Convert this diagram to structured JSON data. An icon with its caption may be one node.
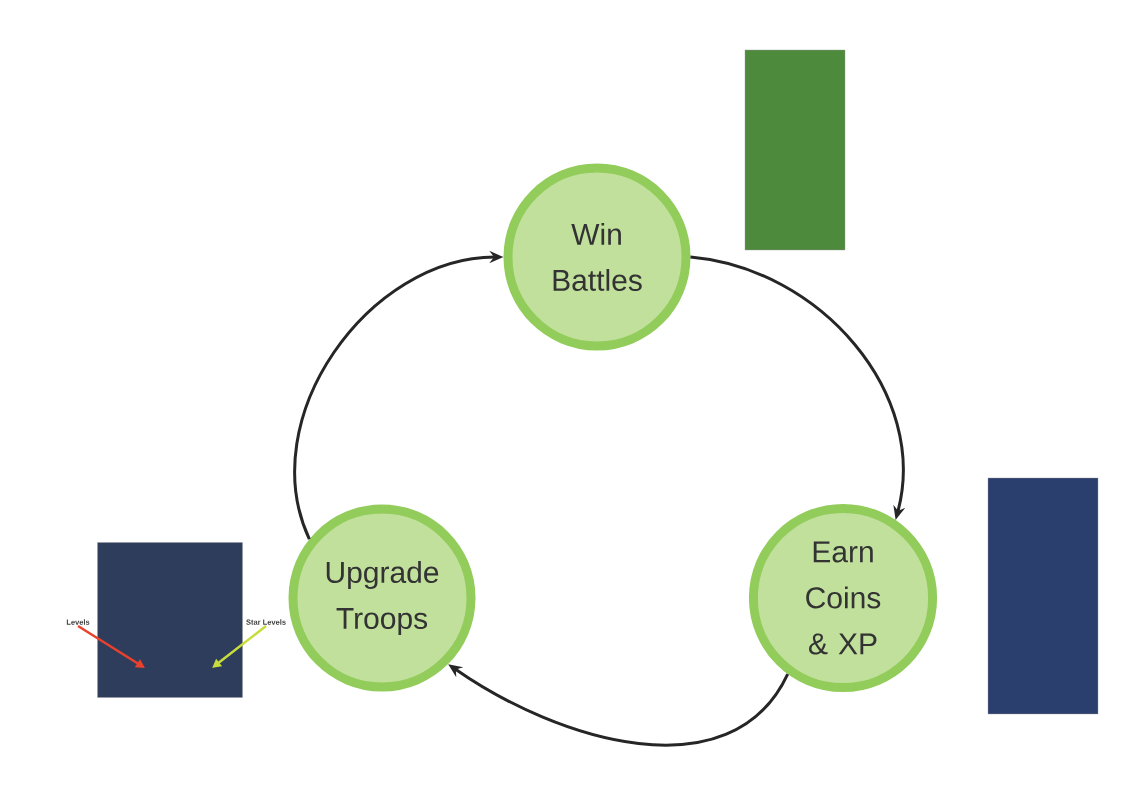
{
  "diagram": {
    "nodes": [
      {
        "text": [
          "Win Battles"
        ]
      },
      {
        "text": [
          "Earn Coins & XP"
        ]
      },
      {
        "text": [
          "Upgrade Troops"
        ]
      },
      {
        "text": [],
        "shape": "box"
      },
      {
        "text": [],
        "shape": "box"
      },
      {
        "text": [],
        "shape": "box"
      },
      {
        "text": [
          "Levels"
        ]
      },
      {
        "text": [
          "Star Levels"
        ]
      }
    ],
    "edges": [
      {
        "from": 0,
        "to": 1,
        "arrow": "to"
      },
      {
        "from": 1,
        "to": 2,
        "arrow": "to"
      },
      {
        "from": 2,
        "to": 0,
        "arrow": "to"
      },
      {
        "from": 6,
        "to": 5,
        "arrow": "to",
        "color": "#e8412c"
      },
      {
        "from": 7,
        "to": 5,
        "arrow": "to",
        "color": "#c8dc3c"
      }
    ]
  }
}
